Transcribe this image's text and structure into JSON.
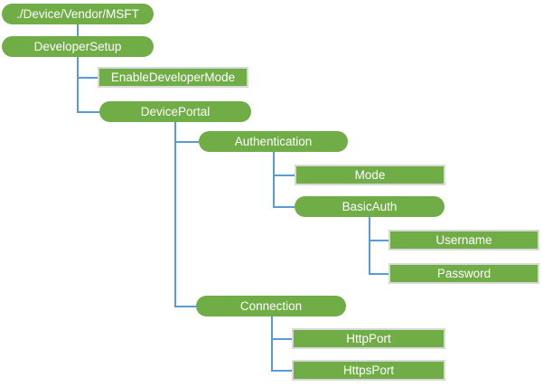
{
  "diagram": {
    "type": "tree",
    "colors": {
      "node_fill": "#70AD47",
      "node_text": "#FFFFFF",
      "connector": "#5B9BD5",
      "rect_border": "#D8D8D8",
      "background": "#FFFFFF"
    },
    "nodes": [
      {
        "id": "msft",
        "label": "./Device/Vendor/MSFT",
        "shape": "pill",
        "parent": null
      },
      {
        "id": "developer-setup",
        "label": "DeveloperSetup",
        "shape": "pill",
        "parent": "msft"
      },
      {
        "id": "enable-developer-mode",
        "label": "EnableDeveloperMode",
        "shape": "rect",
        "parent": "developer-setup"
      },
      {
        "id": "device-portal",
        "label": "DevicePortal",
        "shape": "pill",
        "parent": "developer-setup"
      },
      {
        "id": "authentication",
        "label": "Authentication",
        "shape": "pill",
        "parent": "device-portal"
      },
      {
        "id": "mode",
        "label": "Mode",
        "shape": "rect",
        "parent": "authentication"
      },
      {
        "id": "basic-auth",
        "label": "BasicAuth",
        "shape": "pill",
        "parent": "authentication"
      },
      {
        "id": "username",
        "label": "Username",
        "shape": "rect",
        "parent": "basic-auth"
      },
      {
        "id": "password",
        "label": "Password",
        "shape": "rect",
        "parent": "basic-auth"
      },
      {
        "id": "connection",
        "label": "Connection",
        "shape": "pill",
        "parent": "device-portal"
      },
      {
        "id": "http-port",
        "label": "HttpPort",
        "shape": "rect",
        "parent": "connection"
      },
      {
        "id": "https-port",
        "label": "HttpsPort",
        "shape": "rect",
        "parent": "connection"
      }
    ]
  }
}
